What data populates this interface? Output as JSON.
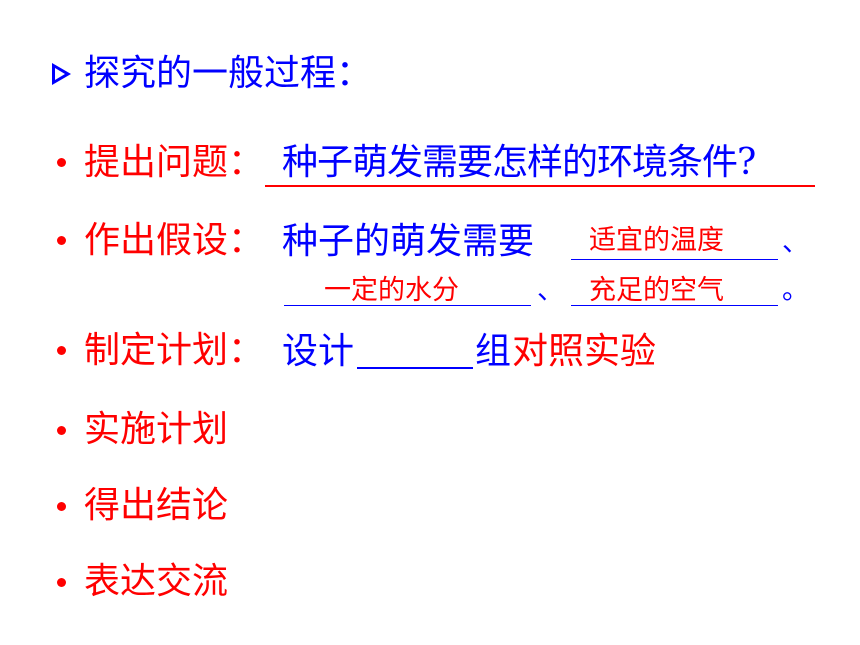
{
  "heading": {
    "text": "探究的一般过程："
  },
  "items": [
    {
      "label": "提出问题：",
      "content": "种子萌发需要怎样的环境条件?"
    },
    {
      "label": "作出假设：",
      "content_prefix": "种子的萌发需要",
      "blank1": "适宜的温度",
      "sep1": "、",
      "blank2": "一定的水分",
      "sep2": "、",
      "blank3": "充足的空气",
      "end": "。"
    },
    {
      "label": "制定计划：",
      "prefix": "设计",
      "blank": "______",
      "group": "组",
      "suffix": "对照实验"
    },
    {
      "label": "实施计划"
    },
    {
      "label": "得出结论"
    },
    {
      "label": "表达交流"
    }
  ],
  "colors": {
    "heading": "#0000ff",
    "label": "#ff0000",
    "content": "#0000ff",
    "answer": "#ff0000"
  }
}
